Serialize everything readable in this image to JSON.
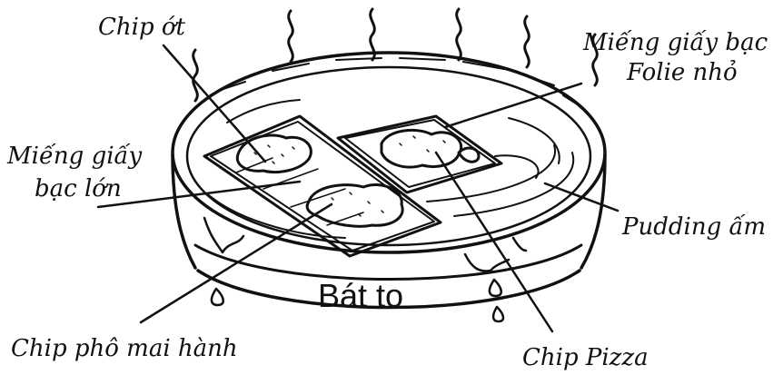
{
  "labels": {
    "chip_ot": "Chip ớt",
    "mieng_giay_bac_lon_line1": "Miếng giấy",
    "mieng_giay_bac_lon_line2": "bạc lớn",
    "chip_pho_mai_hanh": "Chip phô mai hành",
    "mieng_giay_bac_nho_line1": "Miếng giấy bạc",
    "mieng_giay_bac_nho_line2": "Folie nhỏ",
    "pudding_am": "Pudding ấm",
    "chip_pizza": "Chip Pizza"
  },
  "bowl": {
    "label": "Bát to"
  },
  "colors": {
    "ink": "#111111",
    "background": "#ffffff"
  }
}
